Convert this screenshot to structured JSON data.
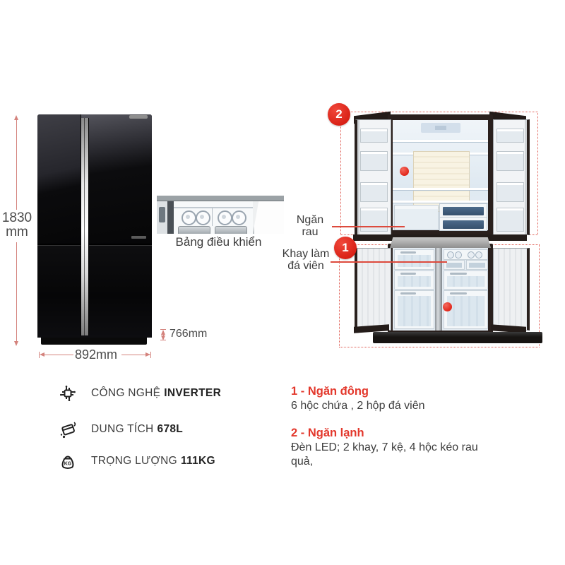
{
  "dimensions": {
    "height_value": "1830",
    "height_unit": "mm",
    "width": "892mm",
    "depth": "766mm"
  },
  "inset": {
    "label": "Bảng điều khiển"
  },
  "callouts": {
    "fridge_marker": "2",
    "freezer_marker": "1",
    "veg_line1": "Ngăn",
    "veg_line2": "rau",
    "ice_line1": "Khay làm",
    "ice_line2": "đá viên"
  },
  "specs": {
    "items": [
      {
        "icon": "inverter-icon",
        "label": "CÔNG NGHỆ",
        "value": "INVERTER"
      },
      {
        "icon": "capacity-icon",
        "label": "DUNG TÍCH",
        "value": "678L"
      },
      {
        "icon": "weight-icon",
        "label": "TRỌNG LƯỢNG",
        "value": "111KG",
        "icon_text": "KG"
      }
    ]
  },
  "legend": {
    "items": [
      {
        "title": "1 - Ngăn đông",
        "desc": "6 hộc chứa , 2 hộp đá viên"
      },
      {
        "title": "2 - Ngăn lạnh",
        "desc": "Đèn LED; 2 khay, 7 kệ, 4 hộc kéo rau quả,"
      }
    ]
  },
  "colors": {
    "accent_red": "#e3251d",
    "callout_red": "#dd4a3d",
    "dimension_line": "#d4837d",
    "text_dark": "#3d3d3d"
  }
}
